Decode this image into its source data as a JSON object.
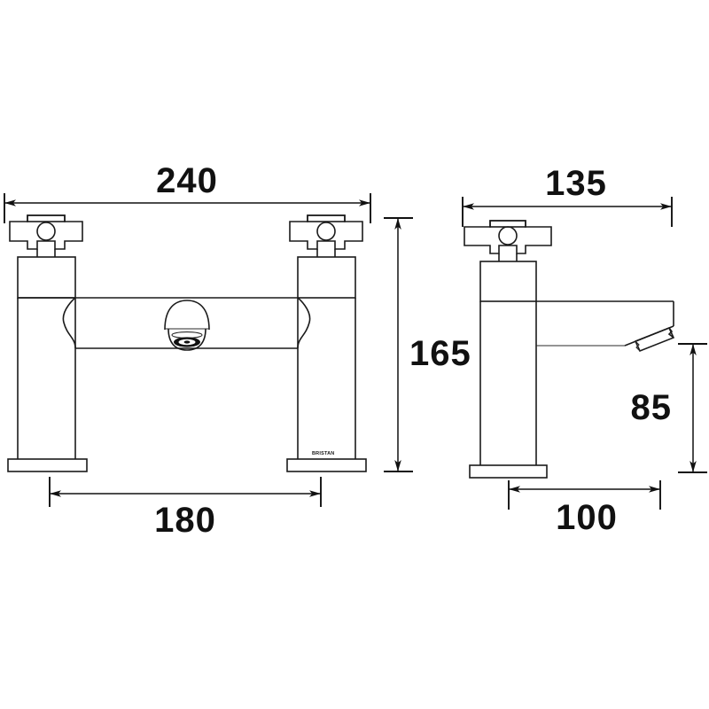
{
  "drawing": {
    "title": "Bath filler tap dimension drawing",
    "brand_label": "BRISTAN",
    "units_note": "",
    "line_color": "#1a1a1a",
    "background_color": "#ffffff"
  },
  "views": {
    "front": {
      "name": "front-elevation",
      "description": "Front view of deck mounted bath filler with two cross handles and central spout outlet"
    },
    "side": {
      "name": "side-elevation",
      "description": "Side view of tap showing cross handle, body column and angled spout"
    }
  },
  "dimensions": {
    "overall_width": {
      "value": "240",
      "view": "front",
      "orientation": "horizontal",
      "position": "top"
    },
    "overall_height": {
      "value": "165",
      "view": "front",
      "orientation": "vertical",
      "position": "right"
    },
    "centres": {
      "value": "180",
      "view": "front",
      "orientation": "horizontal",
      "position": "bottom"
    },
    "projection": {
      "value": "135",
      "view": "side",
      "orientation": "horizontal",
      "position": "top"
    },
    "spout_height": {
      "value": "85",
      "view": "side",
      "orientation": "vertical",
      "position": "right"
    },
    "spout_reach": {
      "value": "100",
      "view": "side",
      "orientation": "horizontal",
      "position": "bottom"
    }
  },
  "labels": {
    "dim_240": "240",
    "dim_165": "165",
    "dim_180": "180",
    "dim_135": "135",
    "dim_85": "85",
    "dim_100": "100",
    "brand": "BRISTAN"
  }
}
